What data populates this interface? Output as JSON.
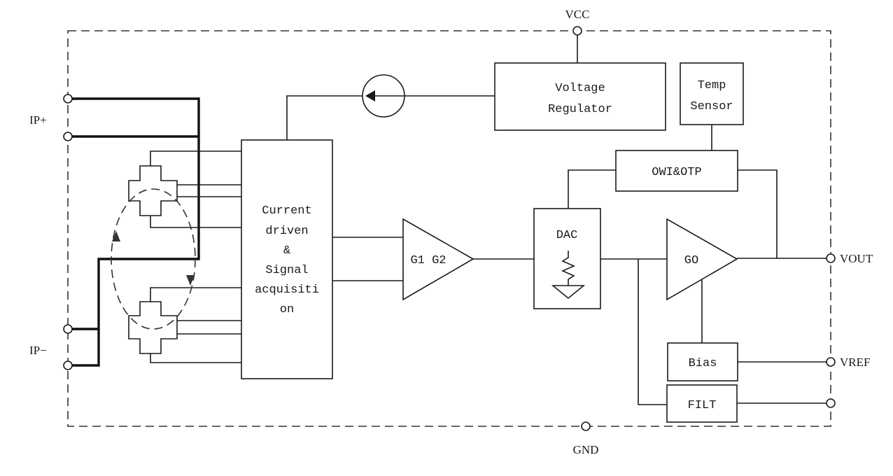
{
  "pins": {
    "vcc": "VCC",
    "gnd": "GND",
    "ip_plus": "IP+",
    "ip_minus": "IP−",
    "vout": "VOUT",
    "vref": "VREF"
  },
  "blocks": {
    "voltage_regulator": [
      "Voltage",
      "Regulator"
    ],
    "temp_sensor": [
      "Temp",
      "Sensor"
    ],
    "owi_otp": "OWI&OTP",
    "current_signal": [
      "Current",
      "driven",
      "&",
      "Signal",
      "acquisiti",
      "on"
    ],
    "amp_g1g2": "G1 G2",
    "dac": "DAC",
    "amp_go": "GO",
    "bias": "Bias",
    "filt": "FILT"
  }
}
